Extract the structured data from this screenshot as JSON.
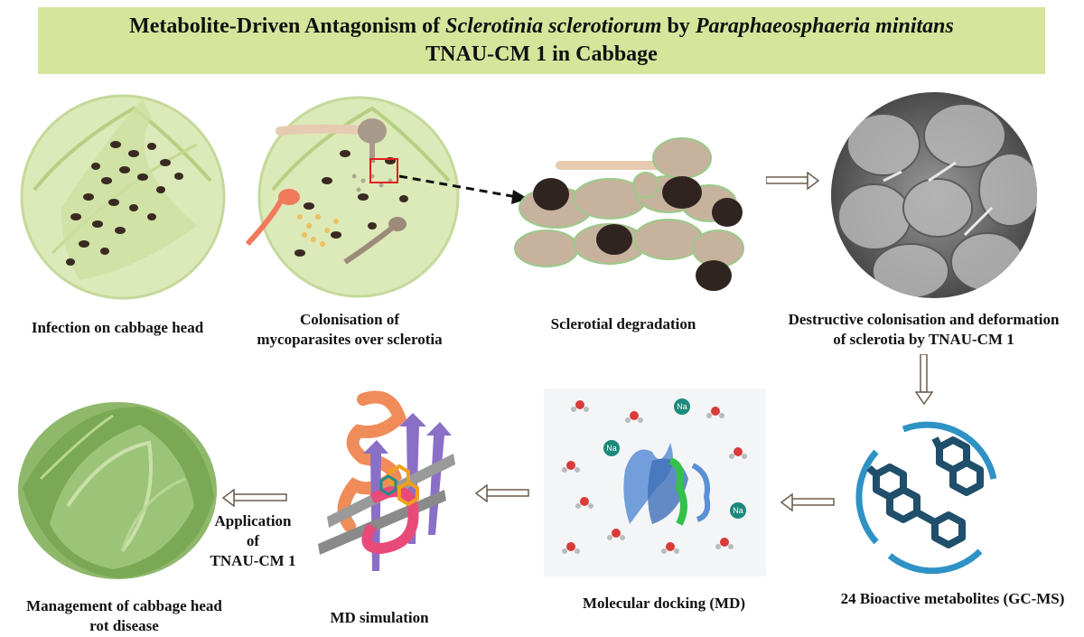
{
  "title": {
    "part1": "Metabolite-Driven Antagonism of ",
    "organism1": "Sclerotinia sclerotiorum",
    "part2": " by ",
    "organism2": "Paraphaeosphaeria minitans",
    "line2": "TNAU-CM 1 in Cabbage"
  },
  "steps": {
    "infection": "Infection on cabbage head",
    "colonisation_line1": "Colonisation of",
    "colonisation_line2": "mycoparasites over sclerotia",
    "degradation": "Sclerotial degradation",
    "destructive_line1": "Destructive colonisation and deformation",
    "destructive_line2": "of sclerotia by TNAU-CM 1",
    "metabolites": "24 Bioactive metabolites (GC-MS)",
    "docking": "Molecular docking (MD)",
    "md_sim": "MD simulation",
    "application_line1": "Application",
    "application_line2": "of",
    "application_line3": "TNAU-CM 1",
    "management_line1": "Management of cabbage head",
    "management_line2": "rot disease"
  },
  "docking_labels": {
    "sodium": "Na"
  },
  "colors": {
    "title_bg": "#d6e59c",
    "cabbage_light": "#d9e8b5",
    "cabbage_dark": "#6f9a4a",
    "sclerotia": "#3a2a22",
    "ring": "#2e92c4",
    "molecule": "#1f4f6b"
  }
}
